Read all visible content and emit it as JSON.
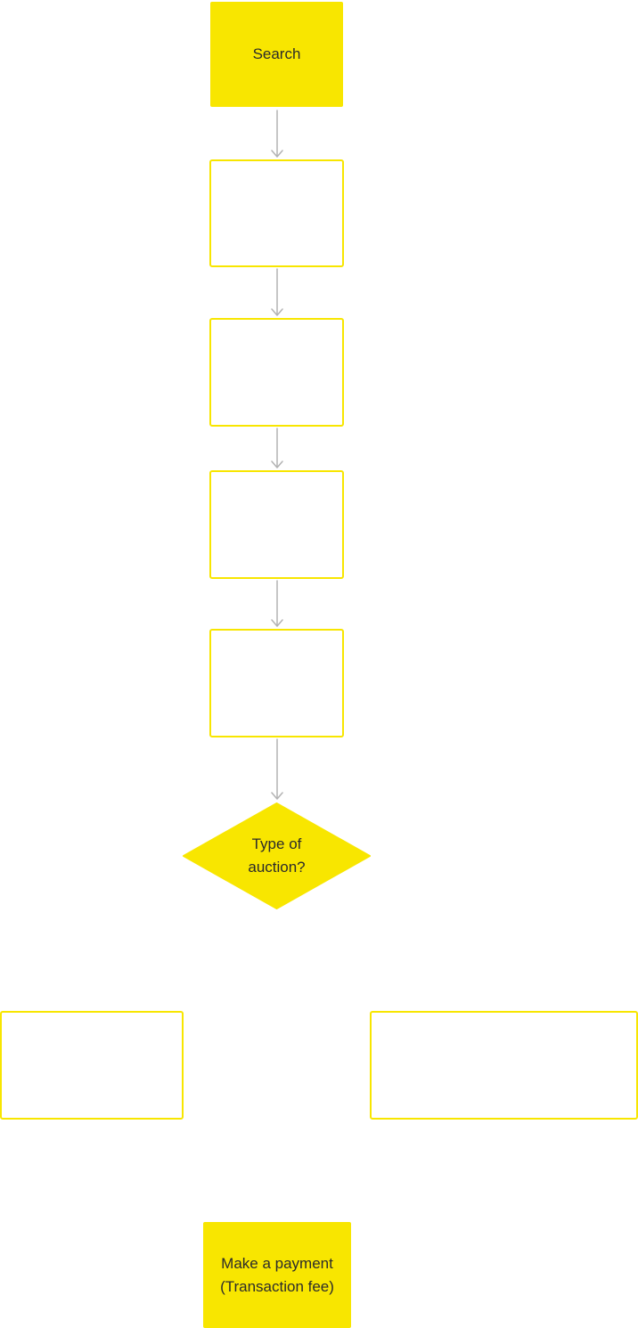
{
  "colors": {
    "accent": "#f8e600",
    "connector": "#b3b3b3",
    "text": "#2b2b2b"
  },
  "nodes": {
    "start": {
      "label": "Search"
    },
    "step_1": {
      "label": ""
    },
    "step_2": {
      "label": ""
    },
    "step_3": {
      "label": ""
    },
    "step_4": {
      "label": ""
    },
    "decision": {
      "label": "Type of auction?"
    },
    "branch_left": {
      "label": ""
    },
    "branch_right": {
      "label": ""
    },
    "end": {
      "label": "Make a payment (Transaction fee)"
    }
  }
}
